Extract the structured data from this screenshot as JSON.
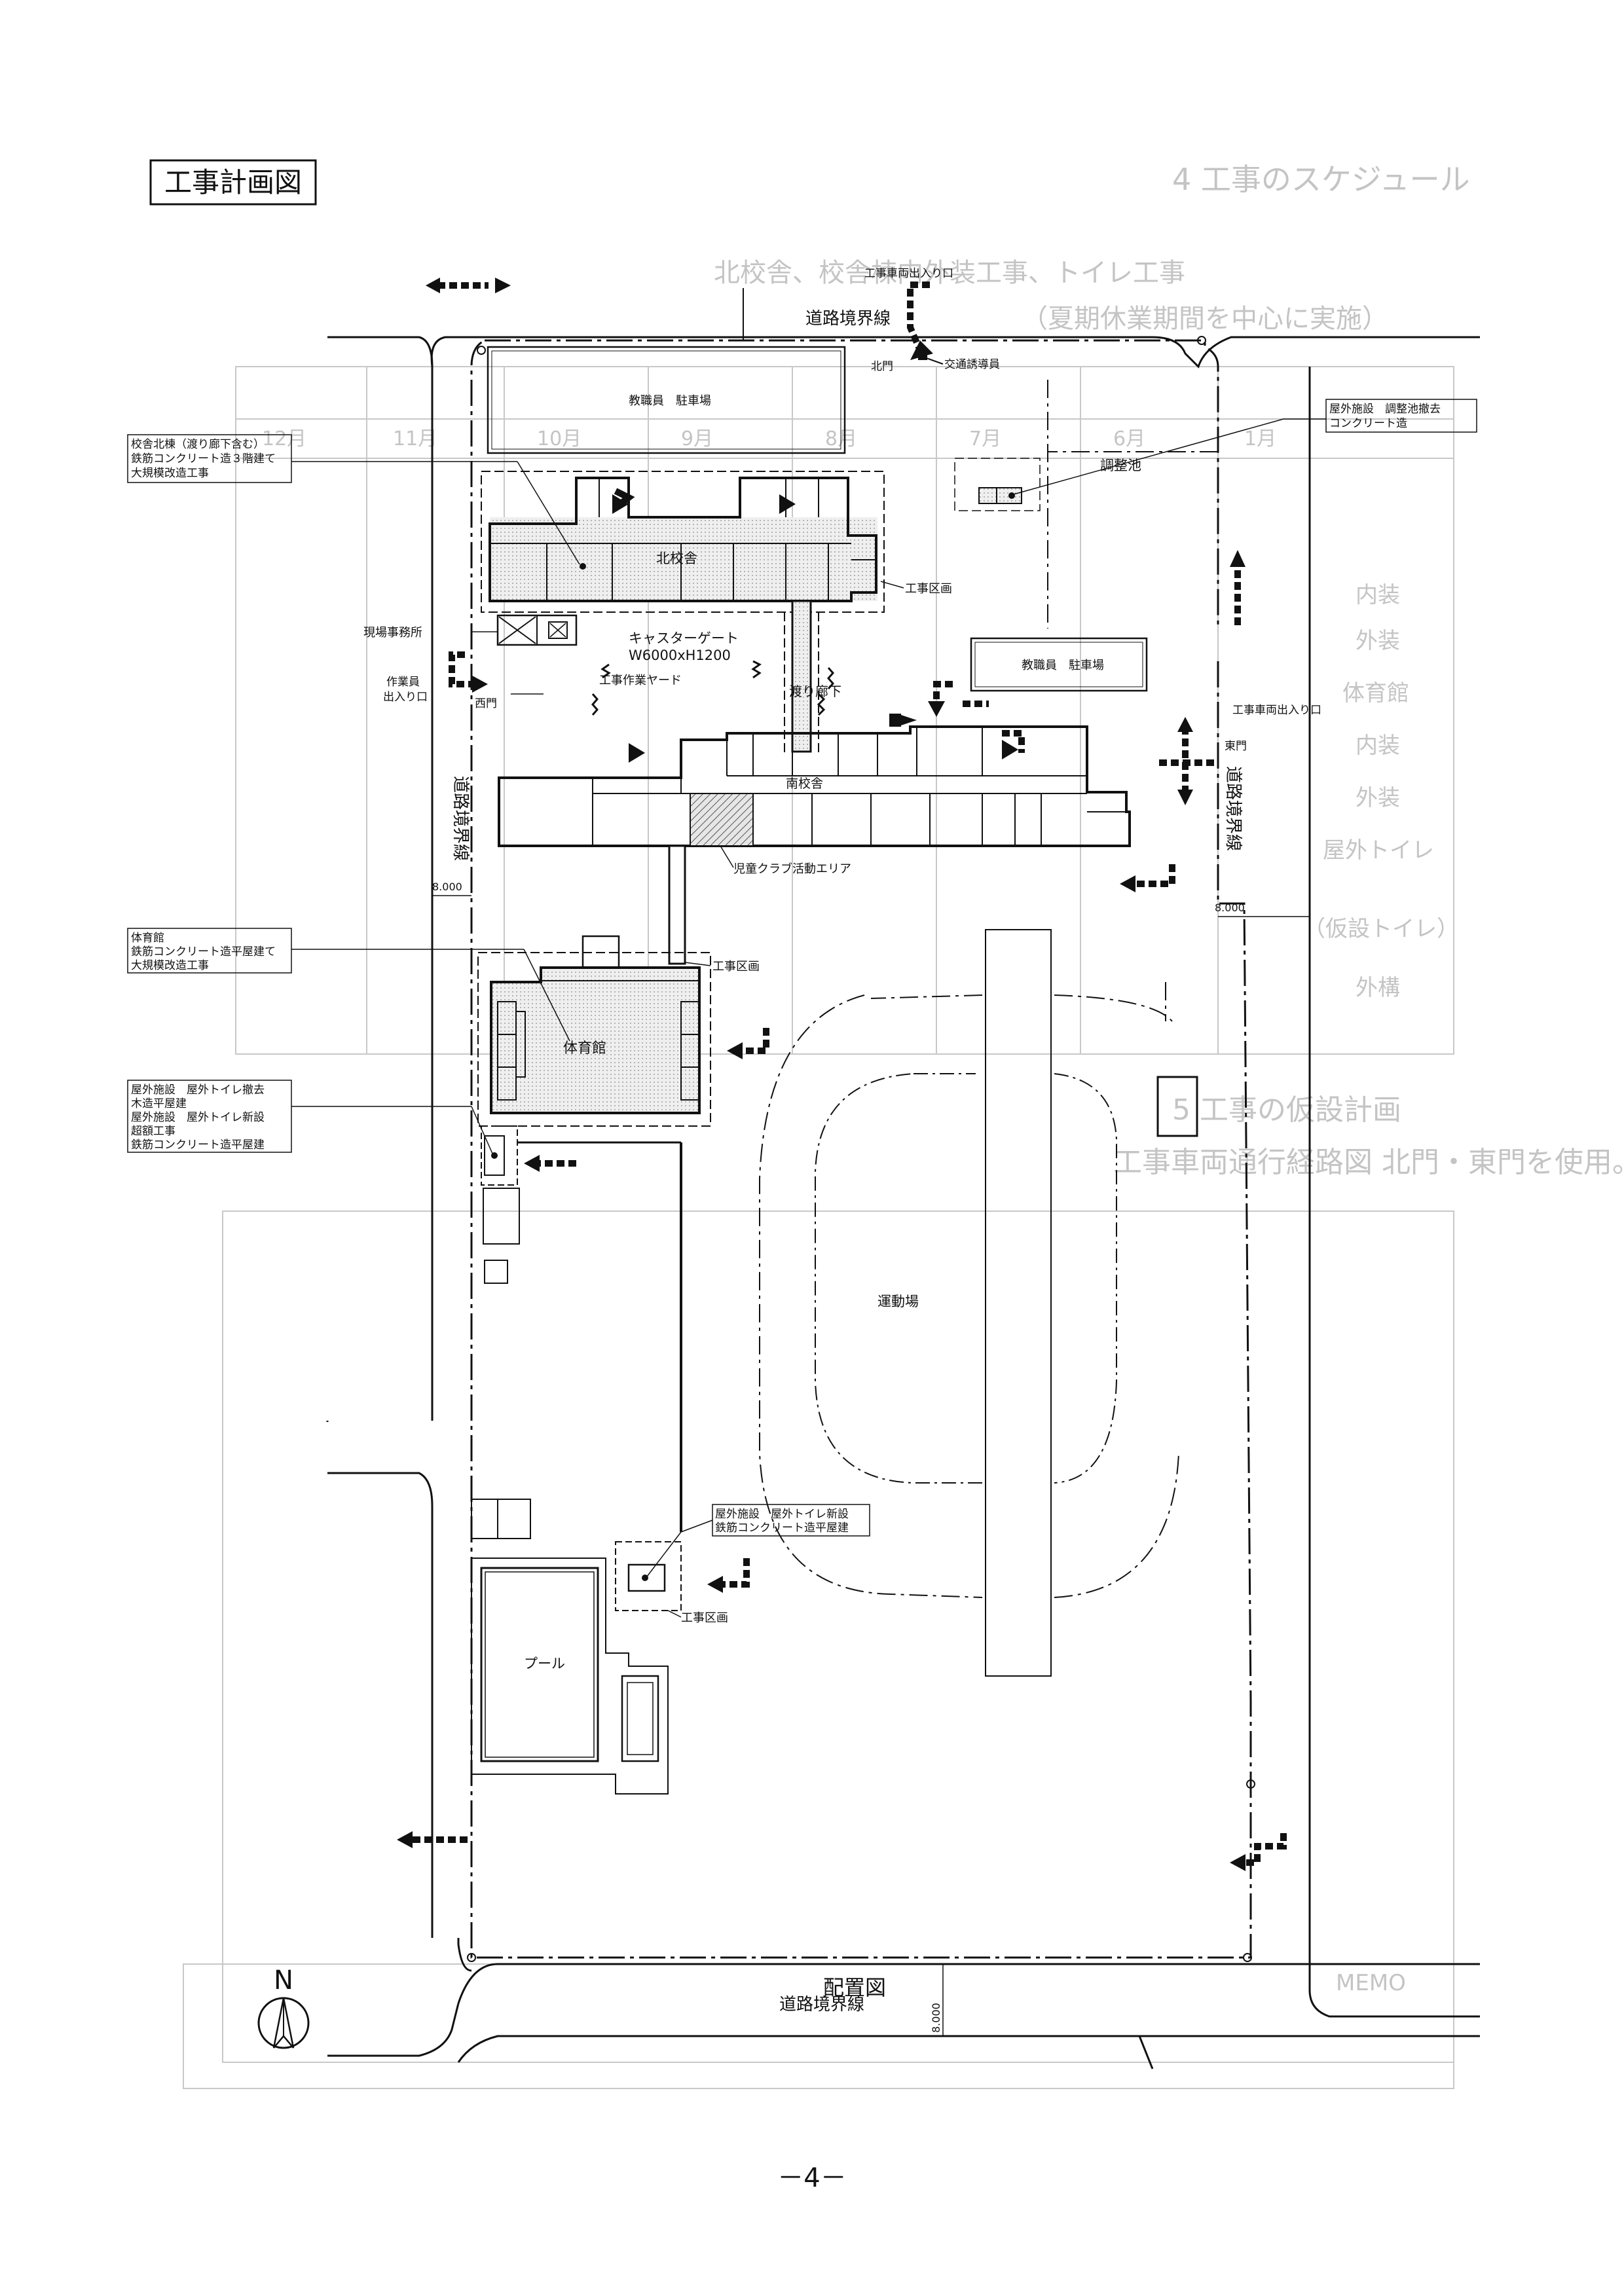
{
  "header": {
    "title": "工事計画図"
  },
  "background_ghost": {
    "heading_schedule": "4 工事のスケジュール",
    "subheading_1": "北校舎、校舎棟内外装工事、トイレ工事",
    "subheading_2": "（夏期休業期間を中心に実施）",
    "heading_temp": "5 工事の仮設計画",
    "subheading_3": "工事車両通行経路図 北門・東門を使用。",
    "months": [
      "6月",
      "7月",
      "8月",
      "9月",
      "10月",
      "11月",
      "12月",
      "1月"
    ],
    "rows": [
      "内装",
      "外装",
      "体育館",
      "内装",
      "外装",
      "屋外トイレ",
      "（仮設トイレ）",
      "外構"
    ],
    "memo": "MEMO"
  },
  "map": {
    "labels": {
      "road_boundary_north": "道路境界線",
      "road_boundary_west": "道路境界線",
      "road_boundary_east": "道路境界線",
      "road_boundary_south": "道路境界線",
      "vehicle_entrance_north": "工事車両出入り口",
      "north_gate": "北門",
      "traffic_guard": "交通誘導員",
      "staff_parking_north": "教職員　駐車場",
      "staff_parking_east": "教職員　駐車場",
      "retention_pond": "調整池",
      "north_building": "北校舎",
      "construction_zone_1": "工事区画",
      "construction_zone_2": "工事区画",
      "construction_zone_3": "工事区画",
      "site_office": "現場事務所",
      "caster_gate_1": "キャスターゲート",
      "caster_gate_2": "W6000xH1200",
      "work_yard": "工事作業ヤード",
      "corridor": "渡り廊下",
      "worker_entrance_1": "作業員",
      "worker_entrance_2": "出入り口",
      "west_gate": "西門",
      "vehicle_entrance_east": "工事車両出入り口",
      "east_gate": "東門",
      "south_building": "南校舎",
      "childrens_club": "児童クラブ活動エリア",
      "gymnasium": "体育館",
      "sports_ground": "運動場",
      "pool": "プール",
      "width_west": "8.000",
      "width_east": "8.000",
      "width_south": "8.000",
      "north_arrow": "N",
      "caption": "配置図"
    },
    "callouts": {
      "north_building": [
        "校舎北棟（渡り廊下含む）",
        "鉄筋コンクリート造３階建て",
        "大規模改造工事"
      ],
      "pond_removal": [
        "屋外施設　調整池撤去",
        "コンクリート造"
      ],
      "gymnasium": [
        "体育館",
        "鉄筋コンクリート造平屋建て",
        "大規模改造工事"
      ],
      "toilets_west": [
        "屋外施設　屋外トイレ撤去",
        "木造平屋建",
        "屋外施設　屋外トイレ新設",
        "超額工事",
        "鉄筋コンクリート造平屋建"
      ],
      "toilet_new": [
        "屋外施設　屋外トイレ新設",
        "鉄筋コンクリート造平屋建"
      ]
    }
  },
  "footer": {
    "page_number": "－4－"
  }
}
